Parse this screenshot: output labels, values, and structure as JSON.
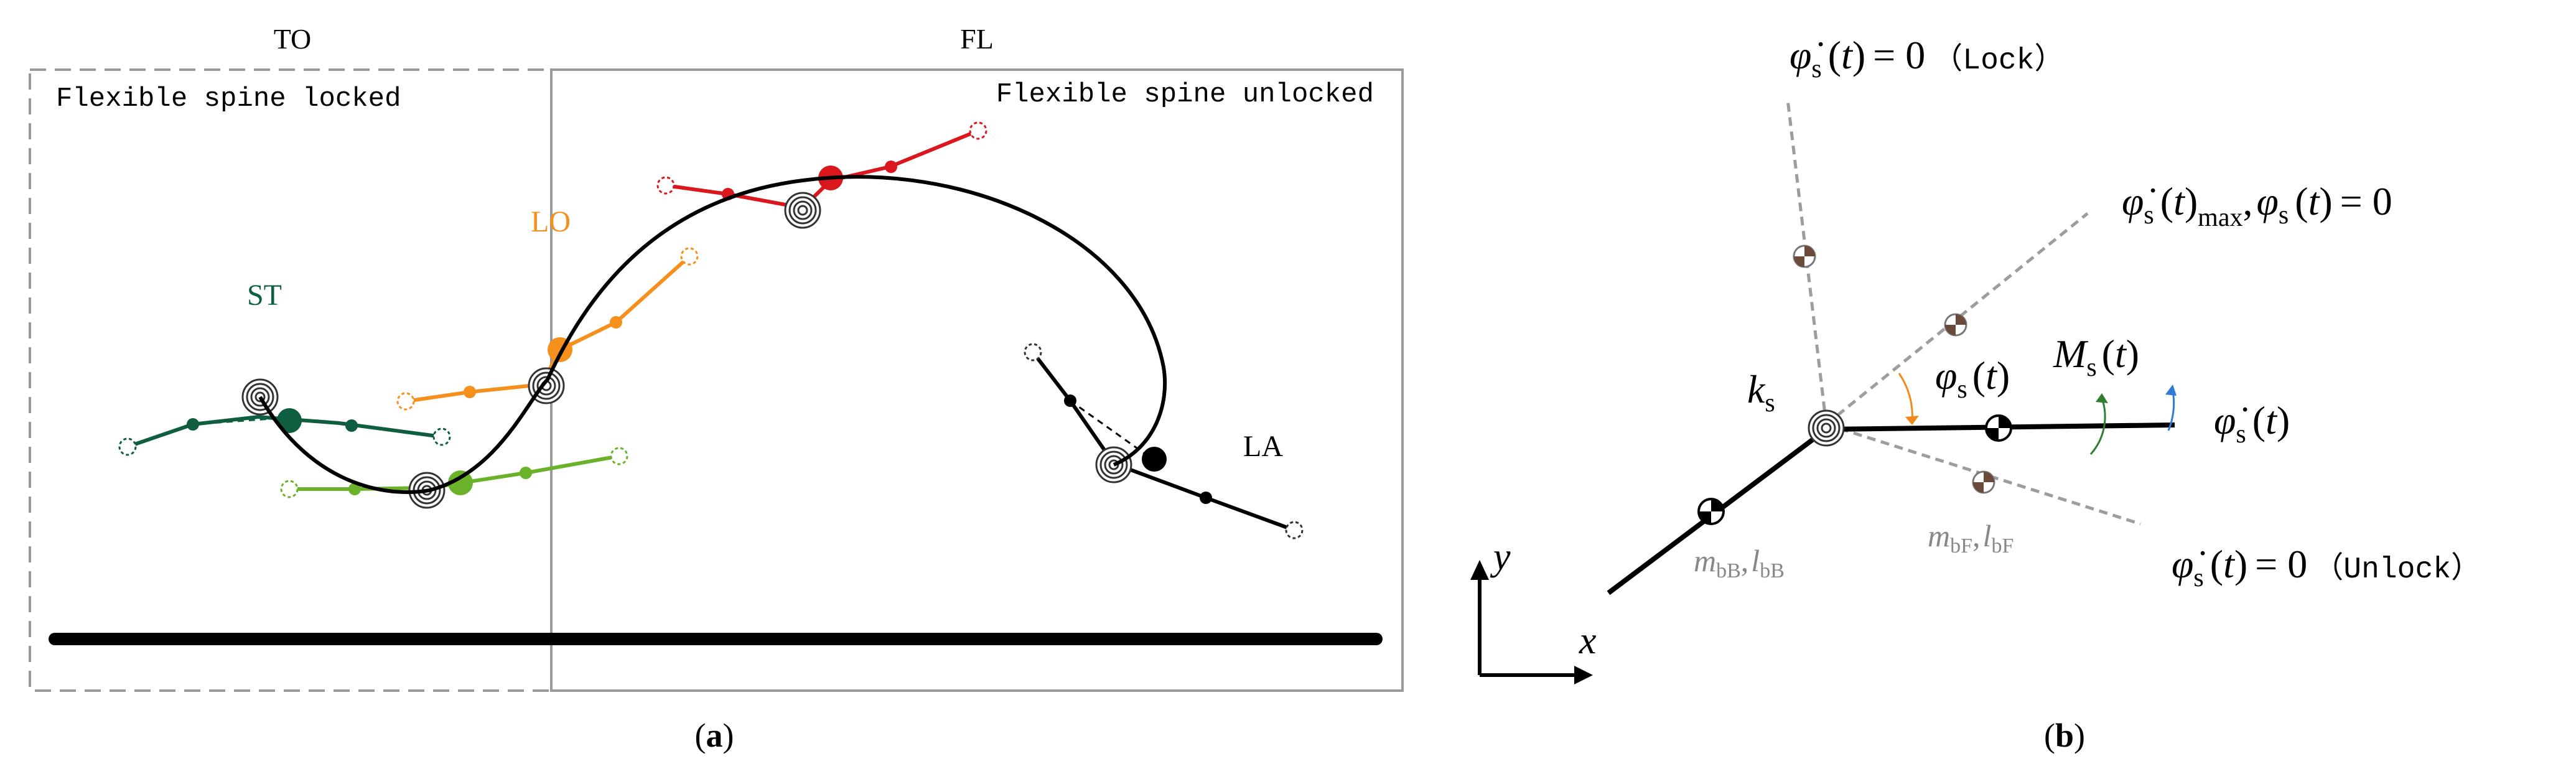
{
  "panel_a": {
    "caption": "(a)",
    "phase_to": "TO",
    "phase_fl": "FL",
    "box_locked_label": "Flexible spine locked",
    "box_unlocked_label": "Flexible spine unlocked",
    "label_st": "ST",
    "label_lo": "LO",
    "label_la": "LA",
    "colors": {
      "st": "#0f5e3f",
      "ground_green": "#6ab22a",
      "lo": "#f5901c",
      "apex": "#d9171c",
      "la": "#000000",
      "box": "#9a9a9a"
    }
  },
  "panel_b": {
    "caption": "(b)",
    "eq_lock": {
      "lhs": "φ̇",
      "sub": "s",
      "arg": "t",
      "rhs": "= 0",
      "note": "（Lock）"
    },
    "eq_max": {
      "lhs": "φ̇",
      "sub": "s",
      "arg": "t",
      "sub2": "max",
      "sep": ",",
      "lhs2": "φ",
      "sub3": "s",
      "arg2": "t",
      "rhs": "= 0"
    },
    "eq_rate": {
      "lhs": "φ̇",
      "sub": "s",
      "arg": "t"
    },
    "eq_unlock": {
      "lhs": "φ̇",
      "sub": "s",
      "arg": "t",
      "rhs": "= 0",
      "note": "（Unlock）"
    },
    "k_s": {
      "base": "k",
      "sub": "s"
    },
    "phi_s": {
      "base": "φ",
      "sub": "s",
      "arg": "t"
    },
    "M_s": {
      "base": "M",
      "sub": "s",
      "arg": "t"
    },
    "front_mass": {
      "m": "m",
      "m_sub": "bF",
      "l": "l",
      "l_sub": "bF"
    },
    "back_mass": {
      "m": "m",
      "m_sub": "bB",
      "l": "l",
      "l_sub": "bB"
    },
    "axis_x": "x",
    "axis_y": "y"
  }
}
